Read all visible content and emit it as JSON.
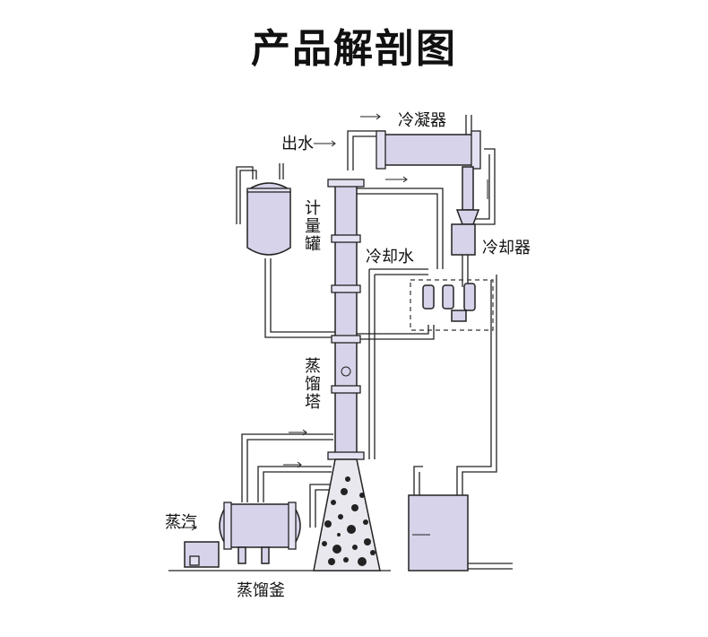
{
  "title": "产品解剖图",
  "labels": {
    "condenser": "冷凝器",
    "water_out": "出水",
    "meter_tank": [
      "计",
      "量",
      "罐"
    ],
    "cooling_water": "冷却水",
    "cooler": "冷却器",
    "column": [
      "蒸",
      "馏",
      "塔"
    ],
    "steam": "蒸汽",
    "still": "蒸馏釜"
  }
}
